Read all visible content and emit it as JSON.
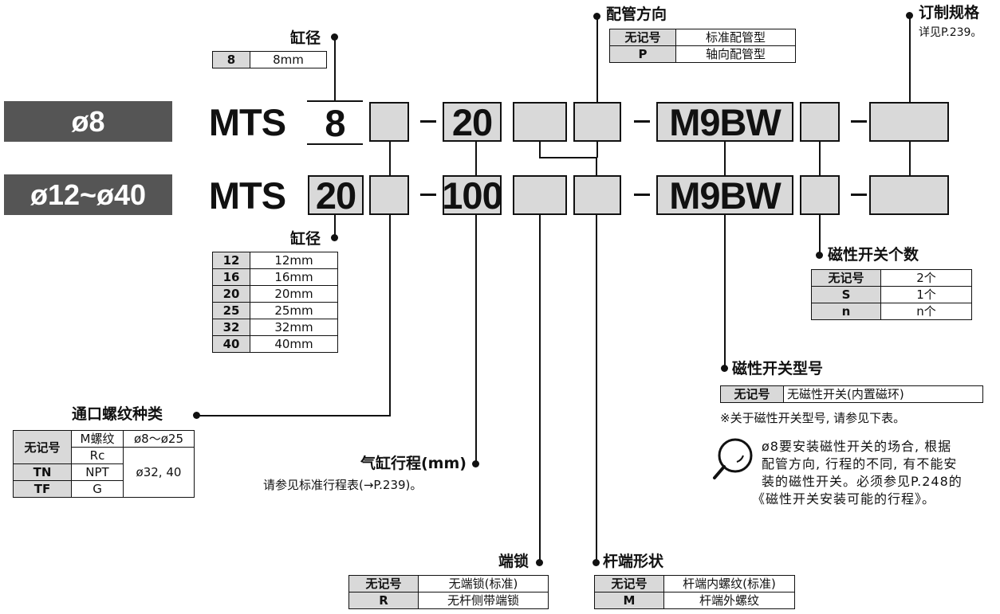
{
  "rows": [
    {
      "badge": "ø8",
      "series": "MTS",
      "bore": "8",
      "stroke": "20",
      "switch": "M9BW"
    },
    {
      "badge": "ø12~ø40",
      "series": "MTS",
      "bore": "20",
      "stroke": "100",
      "switch": "M9BW"
    }
  ],
  "dash": "–",
  "bore_top": {
    "title": "缸径",
    "rows": [
      [
        "8",
        "8mm"
      ]
    ]
  },
  "bore_bottom": {
    "title": "缸径",
    "rows": [
      [
        "12",
        "12mm"
      ],
      [
        "16",
        "16mm"
      ],
      [
        "20",
        "20mm"
      ],
      [
        "25",
        "25mm"
      ],
      [
        "32",
        "32mm"
      ],
      [
        "40",
        "40mm"
      ]
    ]
  },
  "piping": {
    "title": "配管方向",
    "rows": [
      [
        "无记号",
        "标准配管型"
      ],
      [
        "P",
        "轴向配管型"
      ]
    ]
  },
  "made_to_order": {
    "title": "订制规格",
    "note": "详见P.239。"
  },
  "switch_qty": {
    "title": "磁性开关个数",
    "rows": [
      [
        "无记号",
        "2个"
      ],
      [
        "S",
        "1个"
      ],
      [
        "n",
        "n个"
      ]
    ]
  },
  "switch_model": {
    "title": "磁性开关型号",
    "rows": [
      [
        "无记号",
        "无磁性开关(内置磁环)"
      ]
    ],
    "note": "※关于磁性开关型号, 请参见下表。",
    "tip_icon": "magnifier-icon",
    "tip_lines": [
      "ø8要安装磁性开关的场合, 根据",
      "配管方向, 行程的不同, 有不能安",
      "装的磁性开关。必须参见P.248的",
      "《磁性开关安装可能的行程》。"
    ]
  },
  "port_thread": {
    "title": "通口螺纹种类",
    "none": "无记号",
    "m": "M螺纹",
    "rc": "Rc",
    "r1": "ø8～ø25",
    "tn": "TN",
    "npt": "NPT",
    "r2": "ø32, 40",
    "tf": "TF",
    "g": "G"
  },
  "stroke": {
    "title": "气缸行程(mm)",
    "note": "请参见标准行程表(→P.239)。"
  },
  "end_lock": {
    "title": "端锁",
    "rows": [
      [
        "无记号",
        "无端锁(标准)"
      ],
      [
        "R",
        "无杆侧带端锁"
      ]
    ]
  },
  "rod_end": {
    "title": "杆端形状",
    "rows": [
      [
        "无记号",
        "杆端内螺纹(标准)"
      ],
      [
        "M",
        "杆端外螺纹"
      ]
    ]
  }
}
